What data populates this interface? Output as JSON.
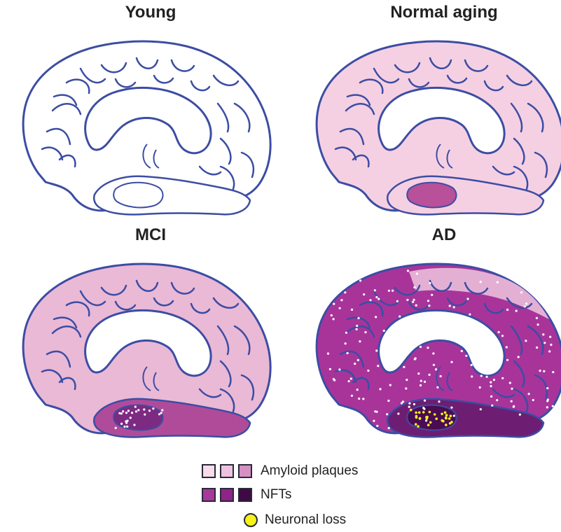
{
  "panels": [
    {
      "id": "young",
      "title": "Young",
      "cortex": "#ffffff",
      "mtl": "#ffffff",
      "hippo": "#ffffff",
      "plaque_dots": 0,
      "loss_dots": 0,
      "outer_band": null
    },
    {
      "id": "normal",
      "title": "Normal aging",
      "cortex": "#f5d0e3",
      "mtl": "#f5d0e3",
      "hippo": "#b8509a",
      "plaque_dots": 0,
      "loss_dots": 0,
      "outer_band": null
    },
    {
      "id": "mci",
      "title": "MCI",
      "cortex": "#eab9d6",
      "mtl": "#b04b9a",
      "hippo": "#7d2a82",
      "plaque_dots": 25,
      "loss_dots": 0,
      "outer_band": null
    },
    {
      "id": "ad",
      "title": "AD",
      "cortex": "#a8349a",
      "mtl": "#6e1e72",
      "hippo": "#4a0c52",
      "plaque_dots": 150,
      "loss_dots": 30,
      "outer_band": "#e3b0d4"
    }
  ],
  "legend": {
    "amyloid_label": "Amyloid plaques",
    "amyloid_colors": [
      "#f8dde9",
      "#eec2dc",
      "#d690c2"
    ],
    "nft_label": "NFTs",
    "nft_colors": [
      "#a8389a",
      "#8e2487",
      "#3e0a44"
    ],
    "loss_label": "Neuronal loss",
    "loss_color": "#f7f21a"
  },
  "outline_color": "#3c4da3"
}
